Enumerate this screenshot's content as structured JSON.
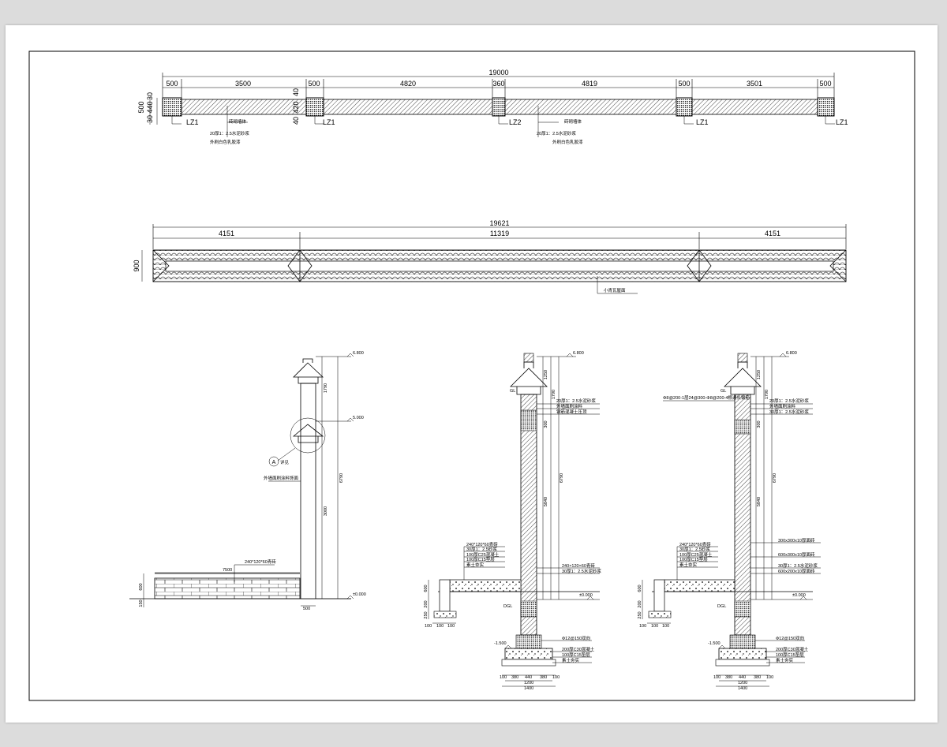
{
  "plan": {
    "total": "19000",
    "segments": [
      "500",
      "3500",
      "500",
      "4820",
      "360",
      "4819",
      "500",
      "3501",
      "500"
    ],
    "left_dims": [
      "500",
      "440",
      "30",
      "30"
    ],
    "mid_dims": [
      "40",
      "420",
      "40"
    ],
    "columns": [
      "LZ1",
      "LZ1",
      "LZ2",
      "LZ1",
      "LZ1"
    ],
    "note_line1": "砖砌墙体",
    "note_line2": "20厚1：2.5水泥砂浆",
    "note_line3": "外刷白色乳胶漆"
  },
  "roof": {
    "total": "19621",
    "segments": [
      "4151",
      "11319",
      "4151"
    ],
    "height": "900",
    "note": "小青瓦屋面"
  },
  "elev1": {
    "level_top": "6.800",
    "level_mid": "5.000",
    "level_ground": "±0.000",
    "dims": [
      "1790",
      "6790",
      "3000"
    ],
    "callout": "A",
    "callout_text": "详见",
    "wall_note": "外墙面刷涂料饰面",
    "brick_note": "240*120*60青砖",
    "brick_dim": "7500",
    "bottom_dim": "500",
    "left_dims": [
      "600",
      "150"
    ]
  },
  "elev2": {
    "level_top": "6.800",
    "level_ground": "±0.000",
    "level_found": "-1.500",
    "gl": "GL",
    "dgl": "DGL",
    "dims": [
      "1250",
      "1790",
      "300",
      "5840",
      "6790"
    ],
    "notes_right": [
      "20厚1：2.5水泥砂浆",
      "外墙面刷涂料",
      "钢筋混凝土压顶",
      "240×120×60青砖",
      "30厚1：2.5水泥砂浆"
    ],
    "notes_left": [
      "240*120*60青砖",
      "30厚1：2.5砂浆",
      "100厚C25混凝土",
      "100厚C15垫层",
      "素土夯实"
    ],
    "found_notes": [
      "Ф12@150双向",
      "200厚C30混凝土",
      "100厚C15垫层",
      "素土夯实"
    ],
    "found_dims": [
      "100",
      "380",
      "440",
      "380",
      "100"
    ],
    "found_w1": "1200",
    "found_w2": "1400",
    "left_found_dims": [
      "100",
      "100",
      "100"
    ],
    "left_vdims": [
      "600",
      "200",
      "250"
    ]
  },
  "elev3": {
    "level_top": "6.800",
    "level_ground": "±0.000",
    "level_found": "-1.500",
    "gl": "GL",
    "dgl": "DGL",
    "top_note": "Φ8@200-1层24@300-Φ8@200-4根通长钢筋",
    "dims": [
      "1250",
      "1790",
      "300",
      "5840",
      "6790"
    ],
    "notes_right": [
      "20厚1：2.5水泥砂浆",
      "外墙面刷涂料",
      "30厚1：2.5水泥砂浆",
      "300x300x10厚面砖",
      "600x300x10厚面砖",
      "30厚1：2.5水泥砂浆",
      "600x200x10厚面砖"
    ],
    "notes_left": [
      "240*120*60青砖",
      "30厚1：2.5砂浆",
      "100厚C25混凝土",
      "100厚C15垫层",
      "素土夯实"
    ],
    "found_notes": [
      "Ф12@150双向",
      "200厚C30混凝土",
      "100厚C15垫层",
      "素土夯实"
    ],
    "found_dims": [
      "100",
      "380",
      "440",
      "380",
      "100"
    ],
    "found_w1": "1200",
    "found_w2": "1400",
    "left_found_dims": [
      "100",
      "100",
      "100"
    ],
    "left_vdims": [
      "600",
      "200",
      "250"
    ]
  }
}
